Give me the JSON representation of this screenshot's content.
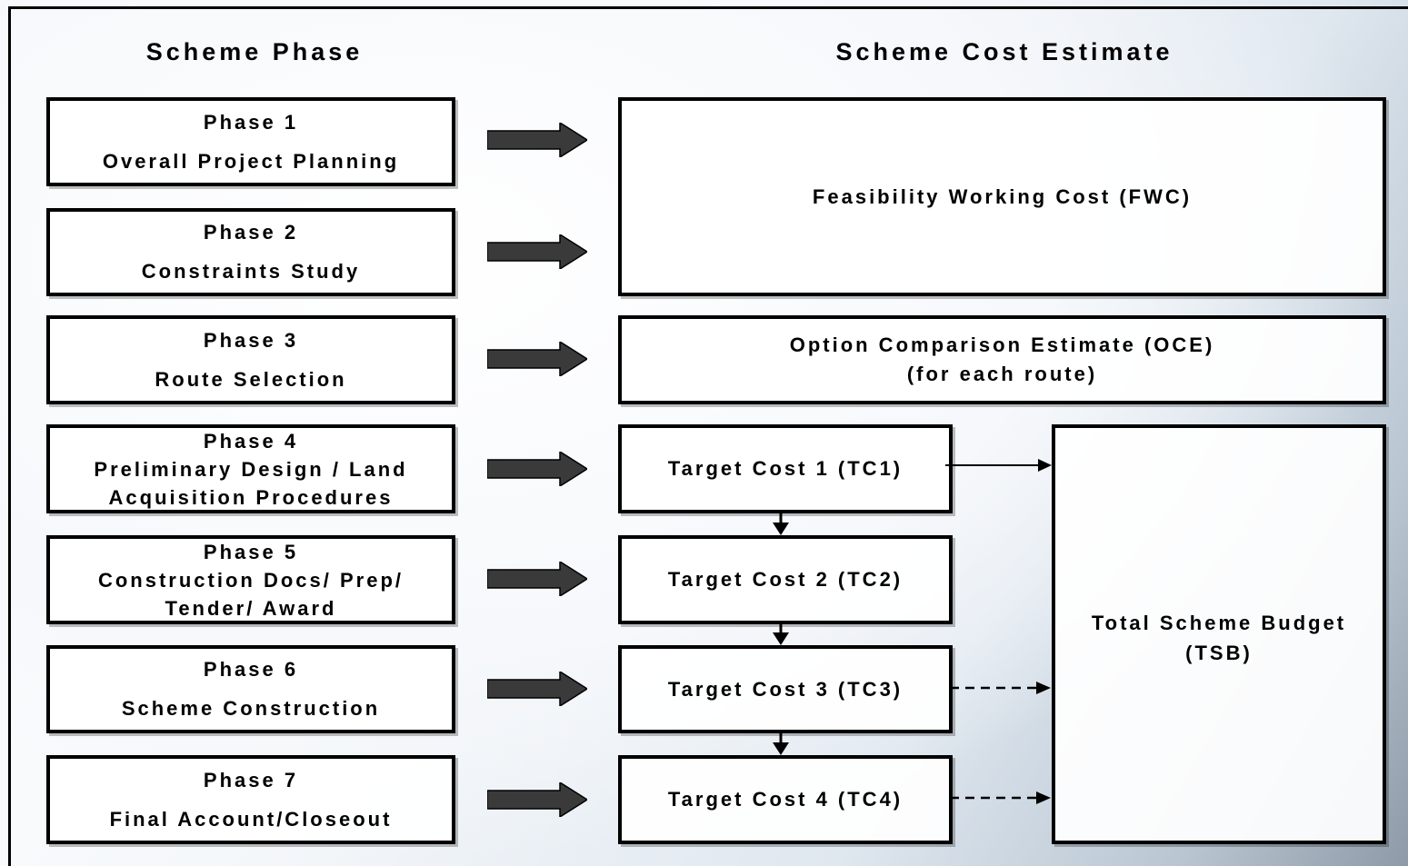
{
  "headers": {
    "left": "Scheme Phase",
    "right": "Scheme Cost Estimate"
  },
  "phases": [
    {
      "title": "Phase 1",
      "lines": [
        "Overall Project Planning"
      ]
    },
    {
      "title": "Phase 2",
      "lines": [
        "Constraints Study"
      ]
    },
    {
      "title": "Phase 3",
      "lines": [
        "Route Selection"
      ]
    },
    {
      "title": "Phase 4",
      "lines": [
        "Preliminary Design / Land",
        "Acquisition Procedures"
      ]
    },
    {
      "title": "Phase 5",
      "lines": [
        "Construction Docs/ Prep/",
        "Tender/ Award"
      ]
    },
    {
      "title": "Phase 6",
      "lines": [
        "Scheme Construction"
      ]
    },
    {
      "title": "Phase 7",
      "lines": [
        "Final Account/Closeout"
      ]
    }
  ],
  "estimates": {
    "fwc": "Feasibility Working Cost (FWC)",
    "oce": [
      "Option Comparison Estimate (OCE)",
      "(for each route)"
    ],
    "tc1": "Target Cost 1 (TC1)",
    "tc2": "Target Cost 2 (TC2)",
    "tc3": "Target Cost 3 (TC3)",
    "tc4": "Target Cost 4 (TC4)",
    "tsb": [
      "Total Scheme Budget",
      "(TSB)"
    ]
  },
  "colors": {
    "box_border": "#000000",
    "arrow_fill": "#3a3a3a",
    "line": "#000000"
  }
}
